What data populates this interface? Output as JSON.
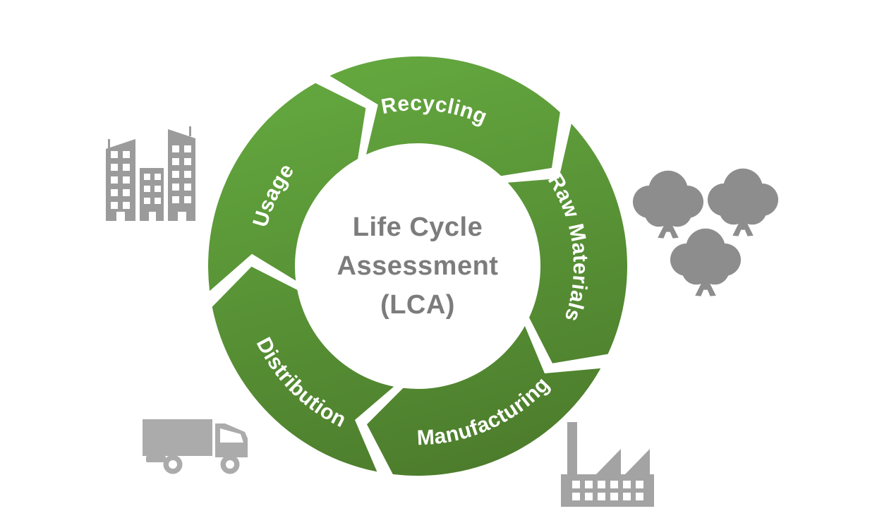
{
  "diagram": {
    "type": "cycle-diagram",
    "title": {
      "line1": "Life Cycle",
      "line2": "Assessment",
      "line3": "(LCA)"
    },
    "stages": [
      {
        "label": "Recycling"
      },
      {
        "label": "Raw Materials"
      },
      {
        "label": "Manufacturing"
      },
      {
        "label": "Distribution"
      },
      {
        "label": "Usage"
      }
    ],
    "icons": [
      {
        "name": "buildings-icon",
        "position": "top-left"
      },
      {
        "name": "trees-icon",
        "position": "right"
      },
      {
        "name": "truck-icon",
        "position": "bottom-left"
      },
      {
        "name": "factory-icon",
        "position": "bottom-right"
      }
    ],
    "colors": {
      "ring_top": "#64a83f",
      "ring_bottom": "#4b7a2b",
      "label_text": "#ffffff",
      "center_text": "#7c7c7c",
      "icon_buildings": "#9b9b9b",
      "icon_trees": "#8d8d8d",
      "icon_truck": "#ababab",
      "icon_factory": "#a3a3a3"
    }
  }
}
